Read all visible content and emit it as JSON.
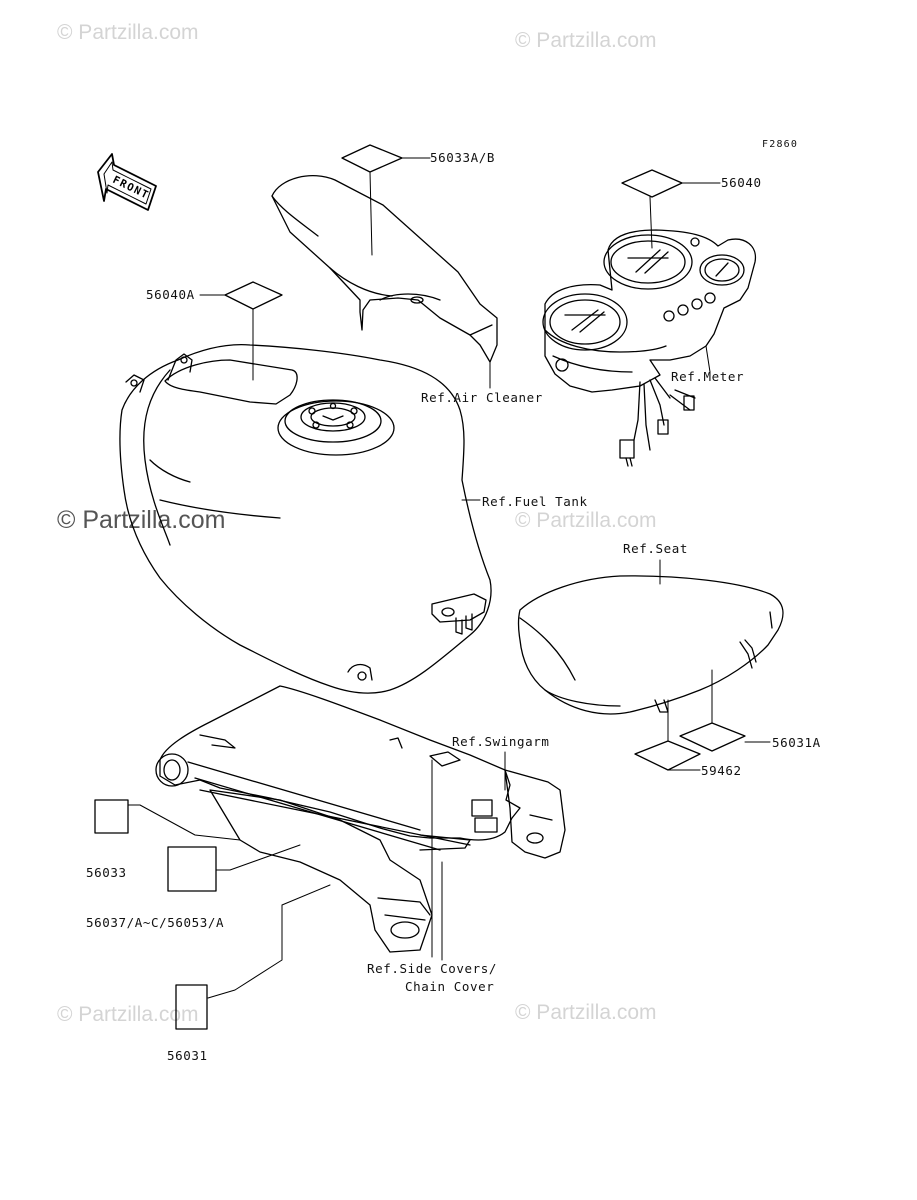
{
  "figure_code": "F2860",
  "watermarks": [
    {
      "id": "wm-top-left",
      "text": "© Partzilla.com"
    },
    {
      "id": "wm-top-right",
      "text": "© Partzilla.com"
    },
    {
      "id": "wm-mid-left",
      "text": "© Partzilla.com"
    },
    {
      "id": "wm-mid-right",
      "text": "© Partzilla.com"
    },
    {
      "id": "wm-bottom-left",
      "text": "© Partzilla.com"
    },
    {
      "id": "wm-bottom-right",
      "text": "© Partzilla.com"
    }
  ],
  "front_arrow": {
    "text": "FRONT"
  },
  "part_labels": {
    "p56033ab": "56033A/B",
    "p56040": "56040",
    "p56040a": "56040A",
    "p56031a": "56031A",
    "p59462": "59462",
    "p56033": "56033",
    "p56037": "56037/A~C/56053/A",
    "p56031": "56031"
  },
  "reference_labels": {
    "air_cleaner": "Ref.Air Cleaner",
    "meter": "Ref.Meter",
    "fuel_tank": "Ref.Fuel Tank",
    "seat": "Ref.Seat",
    "swingarm": "Ref.Swingarm",
    "side_covers_line1": "Ref.Side Covers/",
    "side_covers_line2": "Chain Cover"
  },
  "colors": {
    "line": "#000000",
    "watermark": "#d4d4d4",
    "watermark_dark": "#555555"
  }
}
